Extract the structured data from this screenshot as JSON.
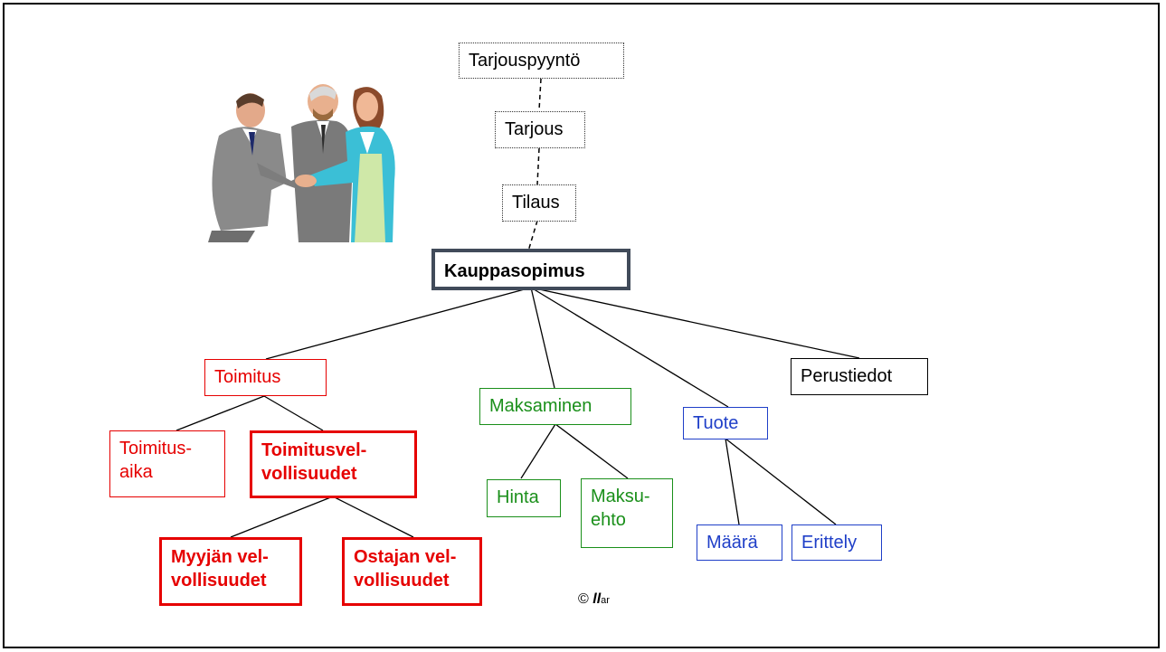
{
  "nodes": {
    "tarjouspyynto": "Tarjouspyyntö",
    "tarjous": "Tarjous",
    "tilaus": "Tilaus",
    "kauppasopimus": "Kauppasopimus",
    "toimitus": "Toimitus",
    "toimitusaika_1": "Toimitus-",
    "toimitusaika_2": "aika",
    "toimitusvelvollisuudet_1": "Toimitusvel-",
    "toimitusvelvollisuudet_2": "vollisuudet",
    "myyjan_1": "Myyjän vel-",
    "myyjan_2": "vollisuudet",
    "ostajan_1": "Ostajan vel-",
    "ostajan_2": "vollisuudet",
    "maksaminen": "Maksaminen",
    "hinta": "Hinta",
    "maksuehto_1": "Maksu-",
    "maksuehto_2": "ehto",
    "tuote": "Tuote",
    "maara": "Määrä",
    "erittely": "Erittely",
    "perustiedot": "Perustiedot"
  },
  "copyright": {
    "symbol": "©",
    "mark": "ll",
    "suffix": "ar"
  },
  "colors": {
    "delivery": "#e60000",
    "payment": "#1a8f1a",
    "product": "#1f3fc8",
    "main_border": "#414b5a"
  },
  "illustration": "business-handshake-clipart"
}
